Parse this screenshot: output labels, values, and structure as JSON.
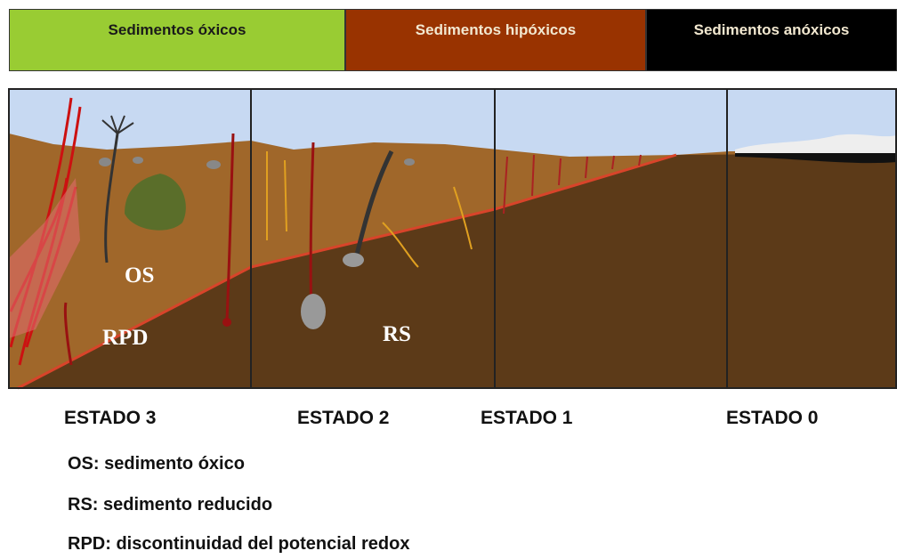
{
  "zones": {
    "oxic": {
      "label": "Sedimentos óxicos",
      "bg": "#99cc33",
      "fg": "#1a1a1a"
    },
    "hypoxic": {
      "label": "Sedimentos hipóxicos",
      "bg": "#993300",
      "fg": "#f2e8d0"
    },
    "anoxic": {
      "label": "Sedimentos anóxicos",
      "bg": "#000000",
      "fg": "#f2e8d0"
    }
  },
  "diagram_labels": {
    "os": "OS",
    "rpd": "RPD",
    "rs": "RS"
  },
  "states": [
    "ESTADO 3",
    "ESTADO 2",
    "ESTADO 1",
    "ESTADO 0"
  ],
  "legend": [
    "OS: sedimento óxico",
    "RS: sedimento reducido",
    "RPD: discontinuidad del potencial redox"
  ],
  "colors": {
    "water": "#c7d9f2",
    "oxic_sediment": "#a0672a",
    "reduced_sediment": "#5c3a18",
    "rpd_line": "#d8442a"
  }
}
